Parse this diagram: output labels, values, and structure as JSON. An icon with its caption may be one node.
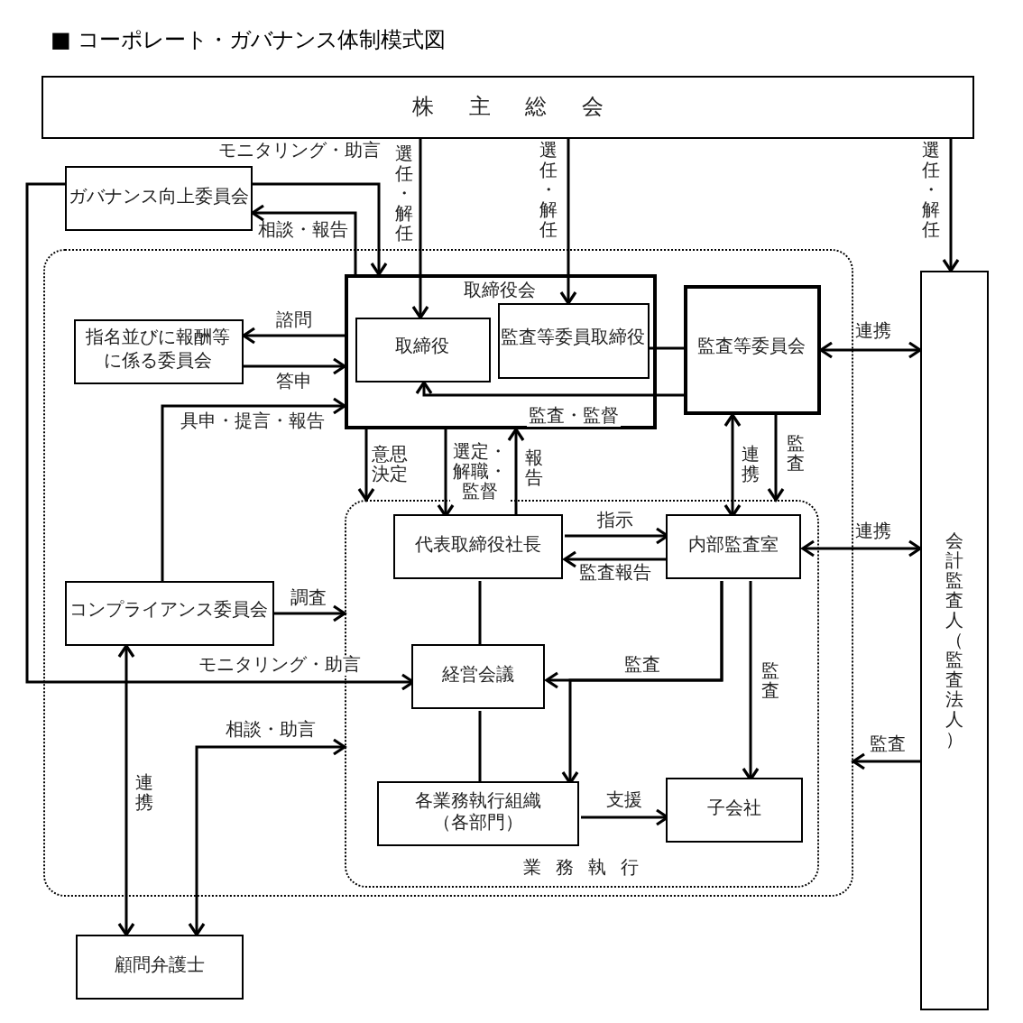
{
  "diagram": {
    "title": "■ コーポレート・ガバナンス体制模式図",
    "nodes": [
      {
        "text": [
          "株主総会"
        ]
      },
      {
        "text": [
          "ガバナンス向上委員会"
        ]
      },
      {
        "text": [],
        "shape": "box"
      },
      {
        "text": [
          "取締役会"
        ],
        "in": 2
      },
      {
        "text": [
          "取締役"
        ],
        "in": 3
      },
      {
        "text": [
          "監査等委員取締役"
        ],
        "in": 3
      },
      {
        "text": [
          "指名並びに報酬等に係る委員会"
        ],
        "in": 2
      },
      {
        "text": [
          "監査等委員会"
        ],
        "in": 2
      },
      {
        "text": [
          "会計監査人（監査法人）"
        ]
      },
      {
        "text": [
          "業務執行"
        ],
        "in": 2
      },
      {
        "text": [
          "代表取締役社長"
        ],
        "in": 9
      },
      {
        "text": [
          "内部監査室"
        ],
        "in": 9
      },
      {
        "text": [
          "コンプライアンス委員会"
        ],
        "in": 2
      },
      {
        "text": [
          "経営会議"
        ],
        "in": 9
      },
      {
        "text": [
          "各業務執行組織（各部門）"
        ],
        "in": 9
      },
      {
        "text": [
          "子会社"
        ],
        "in": 9
      },
      {
        "text": [
          "顧問弁護士"
        ]
      }
    ],
    "edges": [
      {
        "from": 0,
        "to": 4,
        "arrow": "to",
        "label": "選任・解任"
      },
      {
        "from": 0,
        "to": 5,
        "arrow": "to",
        "label": "選任・解任"
      },
      {
        "from": 0,
        "to": 8,
        "arrow": "to",
        "label": "選任・解任"
      },
      {
        "from": 1,
        "to": 3,
        "arrow": "to",
        "label": "モニタリング・助言"
      },
      {
        "from": 3,
        "to": 1,
        "arrow": "to",
        "label": "相談・報告"
      },
      {
        "from": 3,
        "to": 6,
        "arrow": "to",
        "label": "諮問"
      },
      {
        "from": 6,
        "to": 3,
        "arrow": "to",
        "label": "答申"
      },
      {
        "from": 12,
        "to": 3,
        "arrow": "to",
        "label": "具申・提言・報告"
      },
      {
        "from": 3,
        "to": 9,
        "arrow": "to",
        "label": "意思決定"
      },
      {
        "from": 3,
        "to": 10,
        "arrow": "to",
        "label": "選定・解職・監督"
      },
      {
        "from": 10,
        "to": 3,
        "arrow": "to",
        "label": "報告"
      },
      {
        "from": 7,
        "to": 4,
        "arrow": "to",
        "label": "監査・監督"
      },
      {
        "from": 5,
        "to": 7,
        "arrow": "none"
      },
      {
        "from": 7,
        "to": 8,
        "arrow": "both",
        "label": "連携"
      },
      {
        "from": 7,
        "to": 11,
        "arrow": "both",
        "label": "連携"
      },
      {
        "from": 7,
        "to": 9,
        "arrow": "to",
        "label": "監査"
      },
      {
        "from": 10,
        "to": 11,
        "arrow": "to",
        "label": "指示"
      },
      {
        "from": 11,
        "to": 10,
        "arrow": "to",
        "label": "監査報告"
      },
      {
        "from": 11,
        "to": 8,
        "arrow": "both",
        "label": "連携"
      },
      {
        "from": 8,
        "to": 2,
        "arrow": "to",
        "label": "監査"
      },
      {
        "from": 1,
        "to": 13,
        "arrow": "to",
        "label": "モニタリング・助言"
      },
      {
        "from": 12,
        "to": 9,
        "arrow": "to",
        "label": "調査"
      },
      {
        "from": 12,
        "to": 16,
        "arrow": "both",
        "label": "連携"
      },
      {
        "from": 16,
        "to": 9,
        "arrow": "both",
        "label": "相談・助言"
      },
      {
        "from": 10,
        "to": 13,
        "arrow": "none"
      },
      {
        "from": 13,
        "to": 14,
        "arrow": "none"
      },
      {
        "from": 11,
        "to": 13,
        "arrow": "to",
        "label": "監査"
      },
      {
        "from": 11,
        "to": 14,
        "arrow": "to"
      },
      {
        "from": 11,
        "to": 15,
        "arrow": "to",
        "label": "監査"
      },
      {
        "from": 14,
        "to": 15,
        "arrow": "to",
        "label": "支援"
      }
    ]
  }
}
